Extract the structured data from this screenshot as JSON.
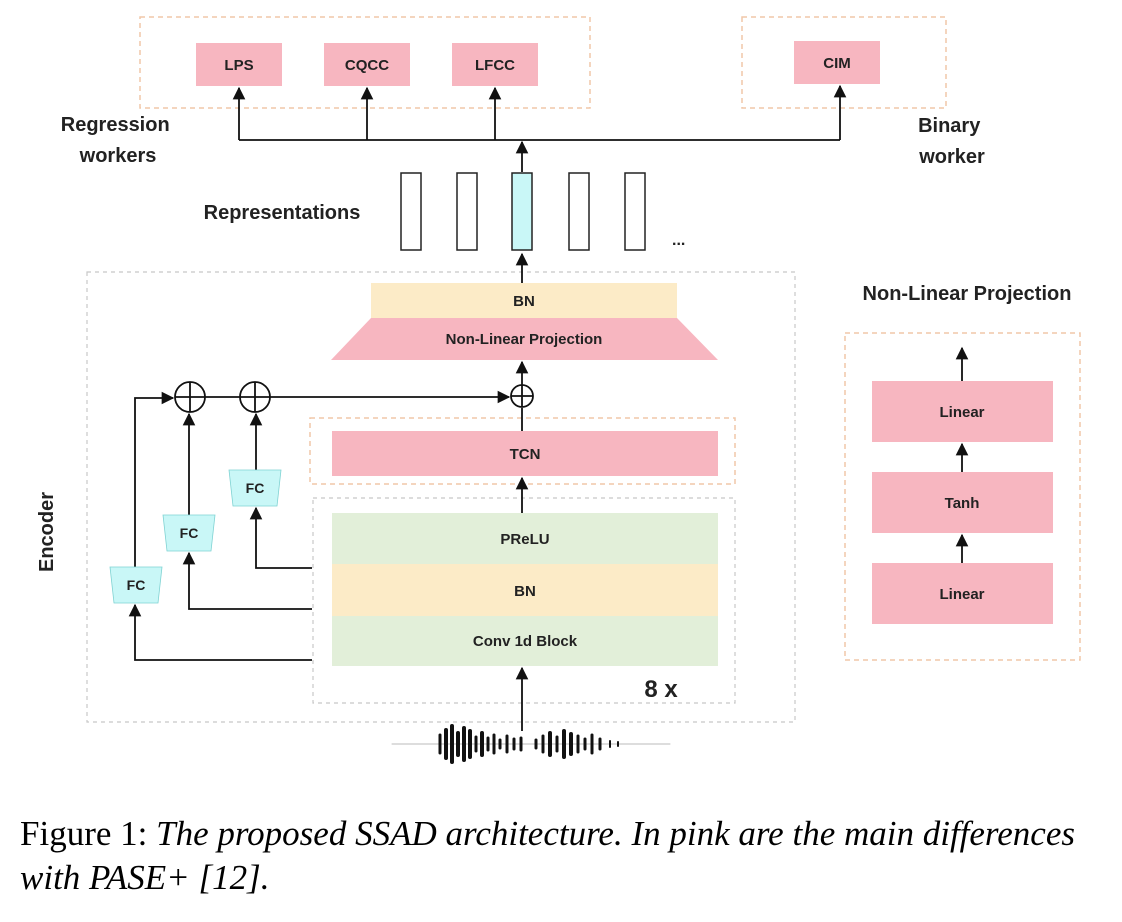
{
  "workers": {
    "regression": [
      "LPS",
      "CQCC",
      "LFCC"
    ],
    "binary": [
      "CIM"
    ],
    "regression_label_line1": "Regression",
    "regression_label_line2": "workers",
    "binary_label_line1": "Binary",
    "binary_label_line2": "worker"
  },
  "representations": {
    "label": "Representations",
    "ellipsis": "..."
  },
  "encoder": {
    "label": "Encoder",
    "bn_top": "BN",
    "projection": "Non-Linear Projection",
    "tcn": "TCN",
    "prelu": "PReLU",
    "bn": "BN",
    "conv": "Conv 1d Block",
    "repeat": "8 x",
    "fc": [
      "FC",
      "FC",
      "FC"
    ]
  },
  "projection_detail": {
    "title": "Non-Linear Projection",
    "layers": [
      "Linear",
      "Tanh",
      "Linear"
    ]
  },
  "caption": {
    "prefix": "Figure 1: ",
    "text": "The proposed SSAD architecture. In pink are the main differences with PASE+ [12]."
  },
  "colors": {
    "pink": "#F7B6C0",
    "yellow": "#FCEBC7",
    "green": "#E2EFD9",
    "cyan": "#C9F7F7",
    "dashed_border": "#F1C7A8"
  }
}
